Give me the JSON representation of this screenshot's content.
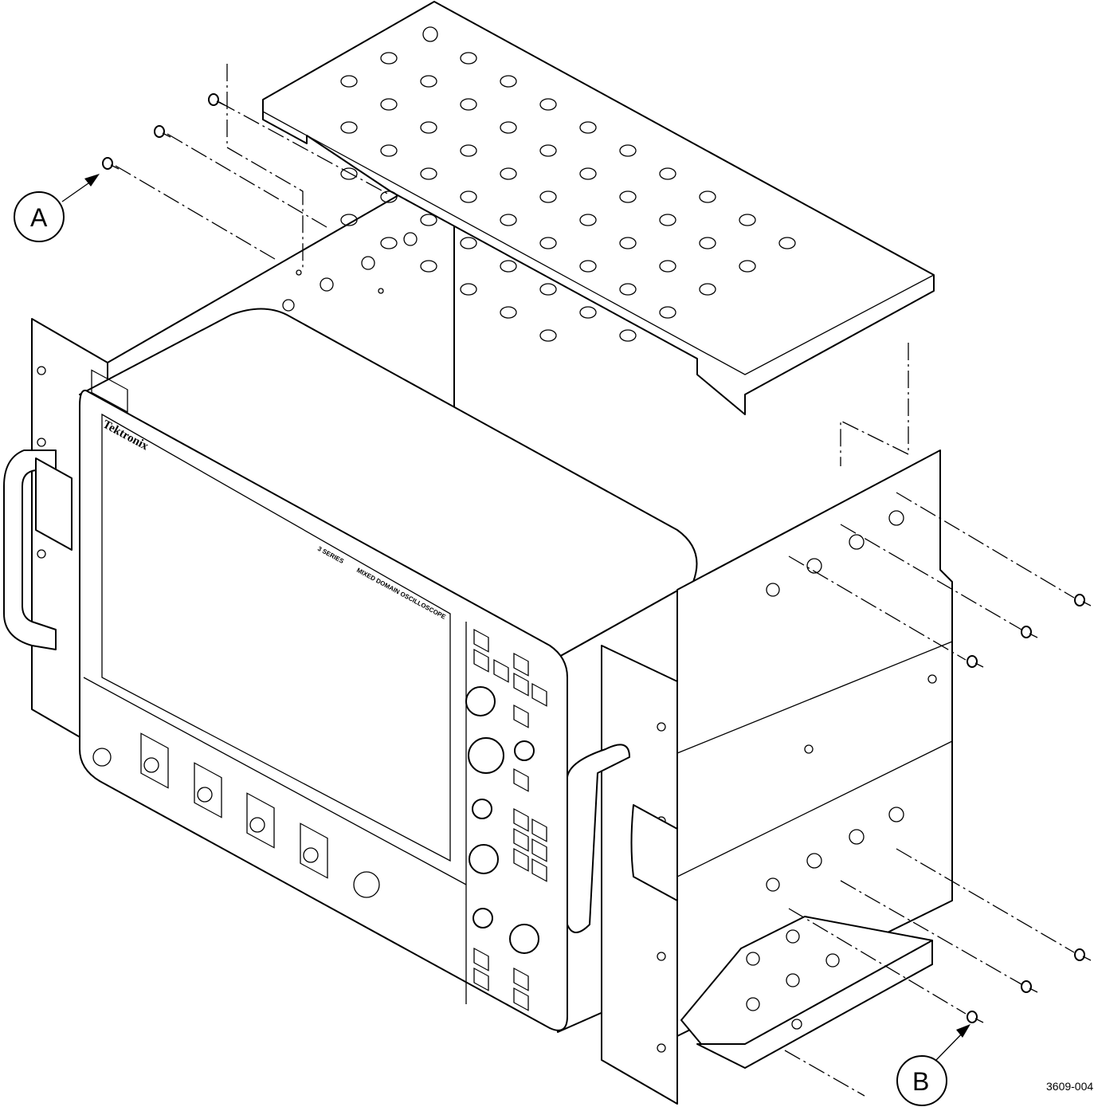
{
  "callouts": {
    "a": "A",
    "b": "B"
  },
  "figure_id": "3609-004",
  "instrument": {
    "brand": "Tektronix",
    "series": "3 SERIES",
    "model_line": "MIXED DOMAIN OSCILLOSCOPE"
  }
}
